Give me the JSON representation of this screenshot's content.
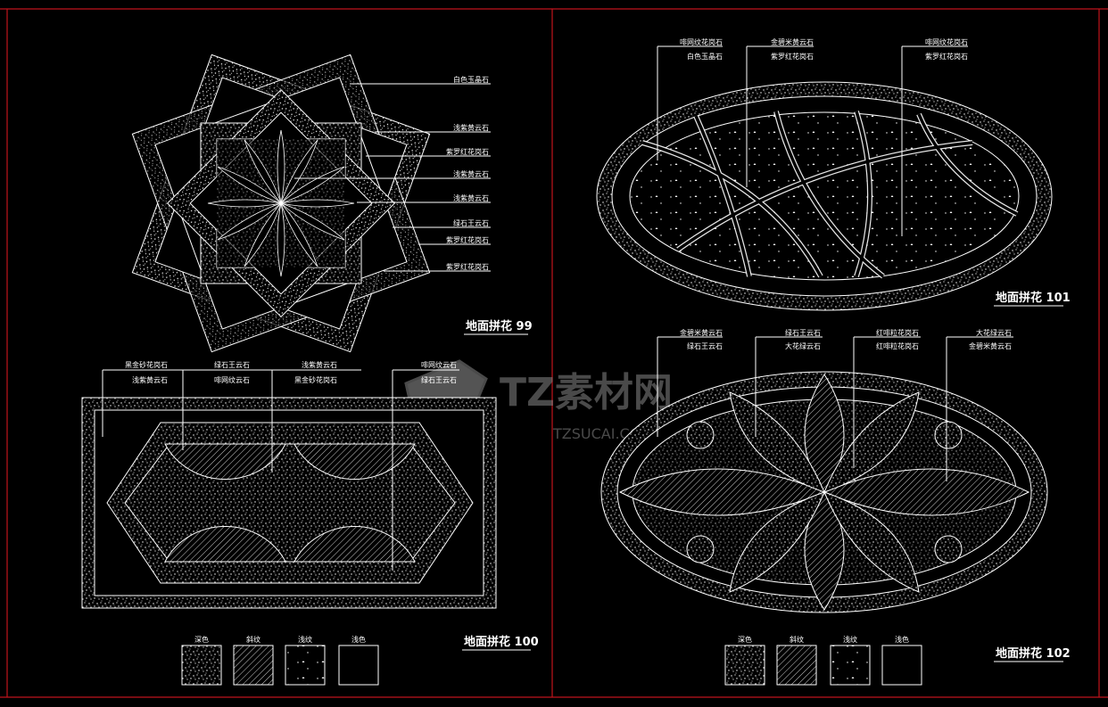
{
  "colors": {
    "background": "#000000",
    "frame": "#c0141c",
    "lines": "#ffffff"
  },
  "watermark": {
    "brand": "TZ素材网",
    "url": "TZSUCAI.COM"
  },
  "panel_99": {
    "title": "地面拼花  99",
    "labels": [
      "白色玉晶石",
      "浅紫黄云石",
      "紫罗红花岗石",
      "浅紫黄云石",
      "浅紫黄云石",
      "绿石王云石",
      "紫罗红花岗石",
      "紫罗红花岗石"
    ]
  },
  "panel_100": {
    "title": "地面拼花  100",
    "labels": [
      "黑金砂花岗石",
      "浅紫黄云石",
      "绿石王云石",
      "啡网纹云石",
      "浅紫黄云石",
      "黑金砂花岗石",
      "啡网纹云石",
      "绿石王云石"
    ],
    "legend": [
      "深色",
      "斜纹",
      "浅纹",
      "浅色"
    ]
  },
  "panel_101": {
    "title": "地面拼花  101",
    "labels": [
      "啡网纹花岗石",
      "白色玉晶石",
      "金碧米黄云石",
      "紫罗红花岗石",
      "啡网纹花岗石",
      "紫罗红花岗石"
    ]
  },
  "panel_102": {
    "title": "地面拼花  102",
    "labels": [
      "金碧米黄云石",
      "绿石王云石",
      "绿石王云石",
      "大花绿云石",
      "红啡粒花岗石",
      "红啡粒花岗石",
      "大花绿云石",
      "金碧米黄云石"
    ],
    "legend": [
      "深色",
      "斜纹",
      "浅纹",
      "浅色"
    ]
  }
}
